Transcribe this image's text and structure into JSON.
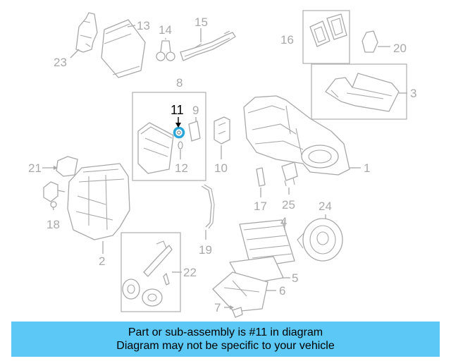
{
  "callouts": [
    {
      "id": "c1",
      "label": "1"
    },
    {
      "id": "c2",
      "label": "2"
    },
    {
      "id": "c3",
      "label": "3"
    },
    {
      "id": "c4",
      "label": "4"
    },
    {
      "id": "c5",
      "label": "5"
    },
    {
      "id": "c6",
      "label": "6"
    },
    {
      "id": "c7",
      "label": "7"
    },
    {
      "id": "c8",
      "label": "8"
    },
    {
      "id": "c9",
      "label": "9"
    },
    {
      "id": "c10",
      "label": "10"
    },
    {
      "id": "c11",
      "label": "11",
      "highlighted": true
    },
    {
      "id": "c12",
      "label": "12"
    },
    {
      "id": "c13",
      "label": "13"
    },
    {
      "id": "c14",
      "label": "14"
    },
    {
      "id": "c15",
      "label": "15"
    },
    {
      "id": "c16",
      "label": "16"
    },
    {
      "id": "c17",
      "label": "17"
    },
    {
      "id": "c18",
      "label": "18"
    },
    {
      "id": "c19",
      "label": "19"
    },
    {
      "id": "c20",
      "label": "20"
    },
    {
      "id": "c21",
      "label": "21"
    },
    {
      "id": "c22",
      "label": "22"
    },
    {
      "id": "c23",
      "label": "23"
    },
    {
      "id": "c24",
      "label": "24"
    },
    {
      "id": "c25",
      "label": "25"
    }
  ],
  "banner": {
    "line1": "Part or sub-assembly is #11 in diagram",
    "line2": "Diagram may not be specific to your vehicle"
  },
  "colors": {
    "banner_bg": "#5cc8f5",
    "line_art": "#a9a9a9",
    "highlight_part": "#2aa7d8",
    "highlight_text": "#000000"
  }
}
